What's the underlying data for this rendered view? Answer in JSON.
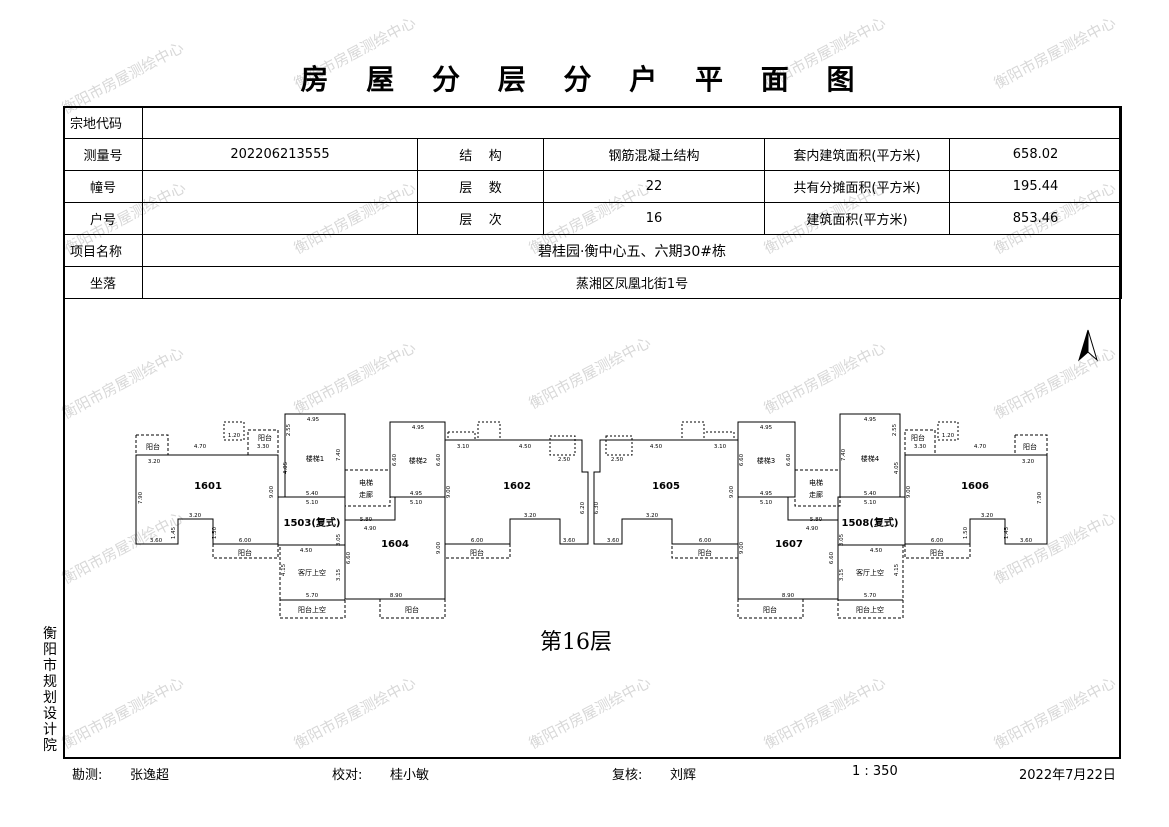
{
  "title": "房 屋 分 层 分 户 平 面 图",
  "table": {
    "zongdi_label": "宗地代码",
    "zongdi_value": "",
    "celiang_label": "测量号",
    "celiang_value": "202206213555",
    "jiegou_label": "结    构",
    "jiegou_value": "钢筋混凝土结构",
    "taonei_label": "套内建筑面积(平方米)",
    "taonei_value": "658.02",
    "zhuang_label": "幢号",
    "zhuang_value": "",
    "cengshu_label": "层    数",
    "cengshu_value": "22",
    "gongyou_label": "共有分摊面积(平方米)",
    "gongyou_value": "195.44",
    "hu_label": "户号",
    "hu_value": "",
    "cengci_label": "层    次",
    "cengci_value": "16",
    "jianzhu_label": "建筑面积(平方米)",
    "jianzhu_value": "853.46",
    "xiangmu_label": "项目名称",
    "xiangmu_value": "碧桂园·衡中心五、六期30#栋",
    "zuoluo_label": "坐落",
    "zuoluo_value": "蒸湘区凤凰北街1号"
  },
  "plan": {
    "north": "N",
    "floor_label": "第16层",
    "units": [
      "1601",
      "1602",
      "1604",
      "1605",
      "1606",
      "1607"
    ],
    "duplex_units": [
      "1503(复式)",
      "1508(复式)"
    ],
    "rooms": {
      "stair1": "楼梯1",
      "stair2": "楼梯2",
      "stair3": "楼梯3",
      "stair4": "楼梯4",
      "balcony": "阳台",
      "living_void": "客厅上空",
      "balcony_void": "阳台上空",
      "elevator_room": "电梯",
      "corridor": "走廊"
    },
    "dims": {
      "d495": "4.95",
      "d470": "4.70",
      "d320": "3.20",
      "d330": "3.30",
      "d360": "3.60",
      "d600": "6.00",
      "d540": "5.40",
      "d510": "5.10",
      "d450": "4.50",
      "d490": "4.90",
      "d580": "5.80",
      "d890": "8.90",
      "d570": "5.70",
      "d310": "3.10",
      "d250": "2.50",
      "d790": "7.90",
      "d900": "9.00",
      "d620": "6.20",
      "d630": "6.30",
      "d405": "4.05",
      "d255": "2.55",
      "d415": "4.15",
      "d740": "7.40",
      "d660": "6.60",
      "d315": "3.15",
      "d305": "3.05",
      "d145": "1.45",
      "d150": "1.50",
      "d120": "1.20"
    }
  },
  "side_text": "衡阳市规划设计院",
  "footer": {
    "kance_label": "勘测:",
    "kance_value": "张逸超",
    "jiaodui_label": "校对:",
    "jiaodui_value": "桂小敏",
    "fuhe_label": "复核:",
    "fuhe_value": "刘辉",
    "scale": "1 : 350",
    "date": "2022年7月22日"
  },
  "watermark": "衡阳市房屋测绘中心"
}
